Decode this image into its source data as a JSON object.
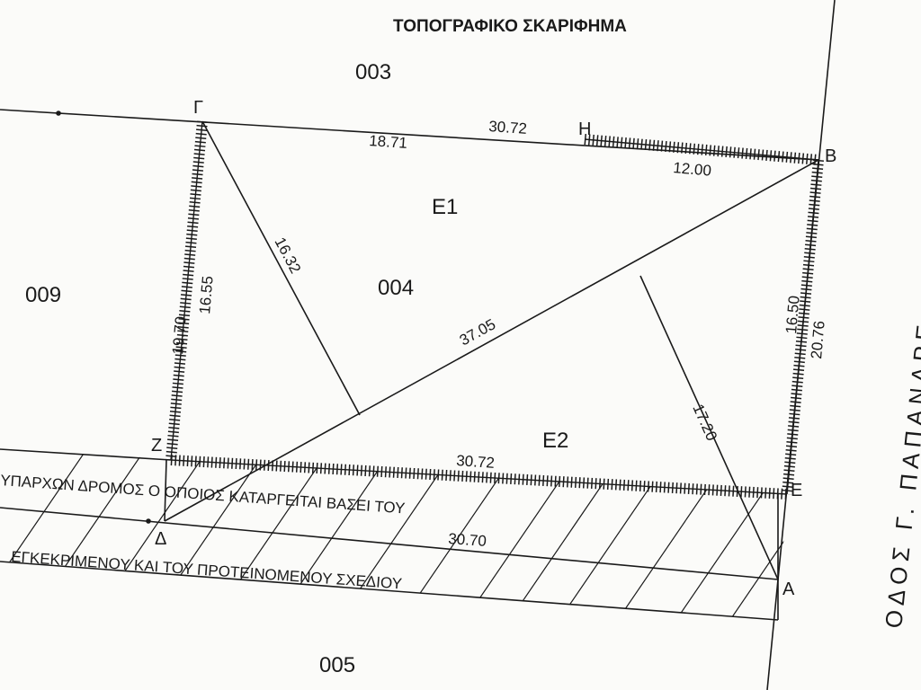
{
  "title": "ΤΟΠΟΓΡΑΦΙΚΟ ΣΚΑΡΙΦΗΜΑ",
  "parcels": {
    "p003": "003",
    "p004": "004",
    "p009": "009",
    "p005": "005"
  },
  "areas": {
    "e1": "E1",
    "e2": "E2"
  },
  "points": {
    "gamma": "Γ",
    "eta": "Η",
    "beta": "Β",
    "zeta": "Ζ",
    "epsilon": "Ε",
    "delta": "Δ",
    "alpha": "Α"
  },
  "dimensions": {
    "gamma_beta": "30.72",
    "gamma_eta": "18.71",
    "eta_beta": "12.00",
    "gamma_zeta_outer": "19.70",
    "gamma_zeta_inner": "16.55",
    "diag_gamma": "16.32",
    "delta_beta": "37.05",
    "beta_epsilon_outer": "16.50",
    "beta_epsilon_inner": "20.76",
    "to_alpha": "17.20",
    "zeta_epsilon": "30.72",
    "delta_alpha": "30.70"
  },
  "road_note": {
    "line1": "ΥΠΑΡΧΩΝ ΔΡΟΜΟΣ Ο ΟΠΟΙΟΣ ΚΑΤΑΡΓΕΙΤΑΙ ΒΑΣΕΙ ΤΟΥ",
    "line2": "ΕΓΚΕΚΡΙΜΕΝΟΥ ΚΑΙ ΤΟΥ ΠΡΟΤΕΙΝΟΜΕΝΟΥ ΣΧΕΔΙΟΥ"
  },
  "street": "ΟΔΟΣ Γ. ΠΑΠΑΝΔΡΕ"
}
